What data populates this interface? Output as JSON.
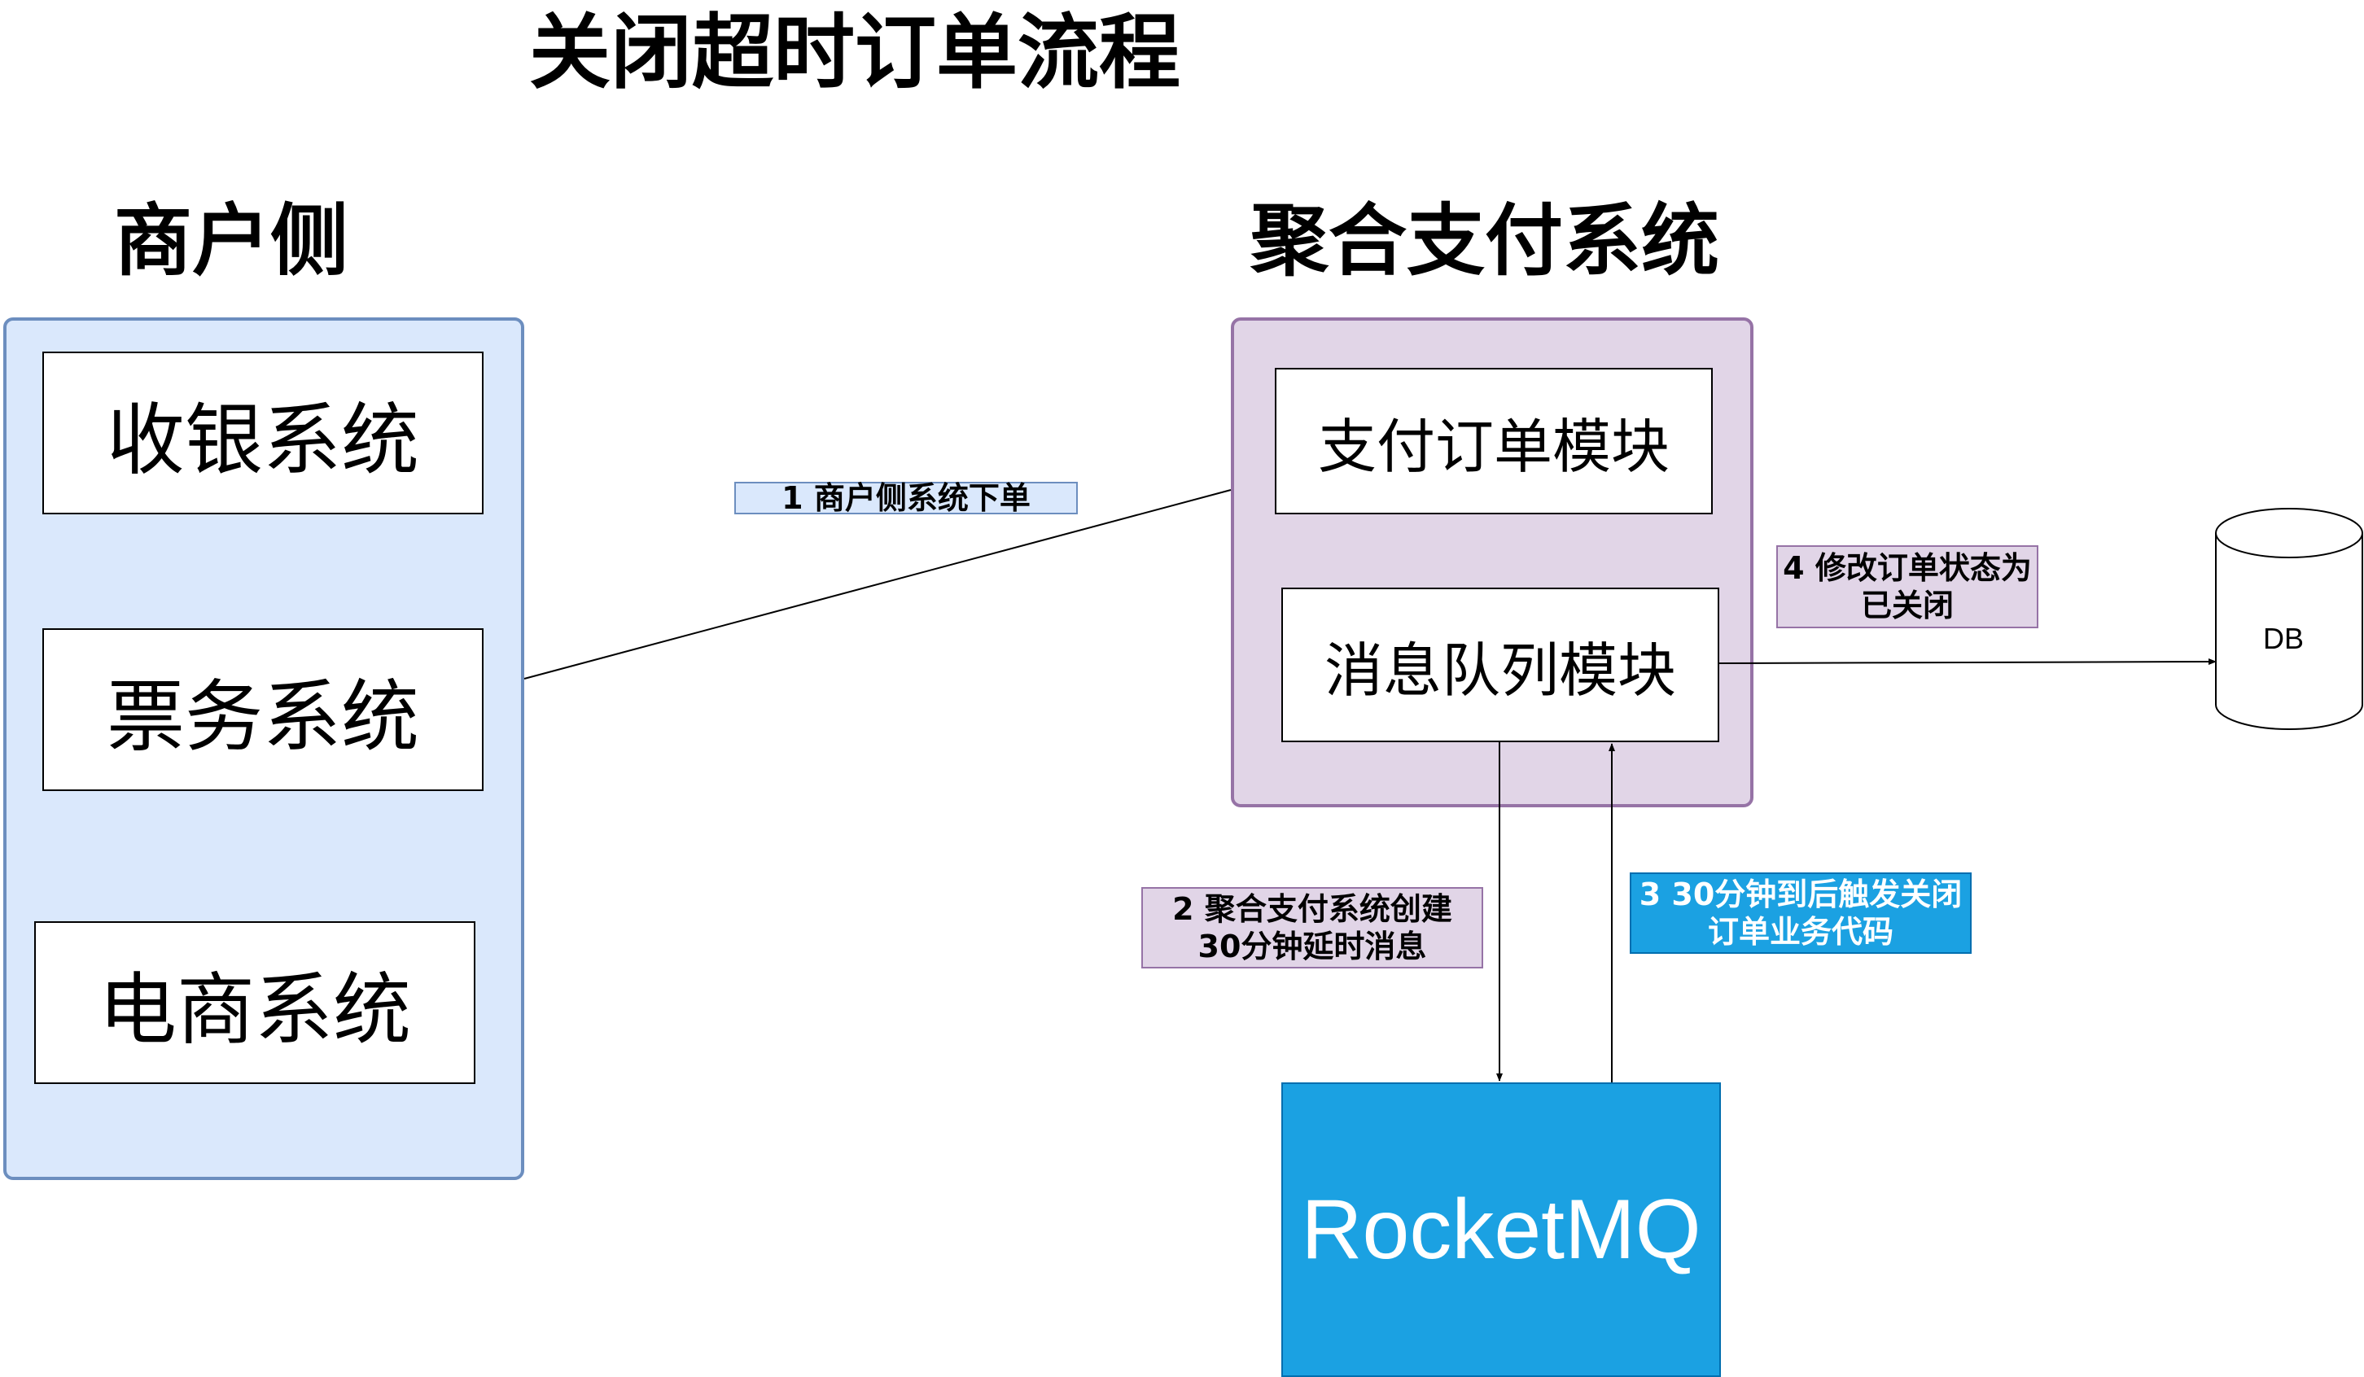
{
  "title": "关闭超时订单流程",
  "merchant": {
    "heading": "商户侧",
    "systems": [
      "收银系统",
      "票务系统",
      "电商系统"
    ]
  },
  "payment": {
    "heading": "聚合支付系统",
    "modules": [
      "支付订单模块",
      "消息队列模块"
    ]
  },
  "mq": {
    "label": "RocketMQ"
  },
  "db": {
    "label": "DB"
  },
  "steps": {
    "step1": "1  商户侧系统下单",
    "step2": "2  聚合支付系统创建\n30分钟延时消息",
    "step3": "3  30分钟到后触发关闭\n订单业务代码",
    "step4": "4 修改订单状态为\n已关闭"
  },
  "colors": {
    "merchant_fill": "#dae8fc",
    "merchant_stroke": "#6c8ebf",
    "payment_fill": "#e1d5e7",
    "payment_stroke": "#9673a6",
    "mq_fill": "#1ba1e2"
  }
}
